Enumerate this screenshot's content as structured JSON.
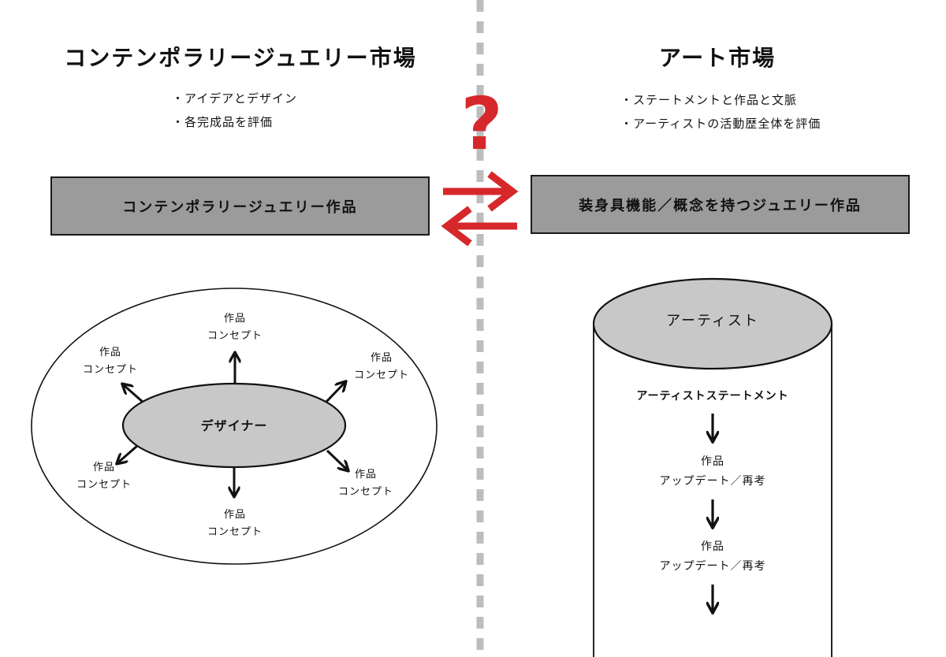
{
  "left": {
    "title": "コンテンポラリージュエリー市場",
    "bullets": [
      "・アイデアとデザイン",
      "・各完成品を評価"
    ],
    "box_label": "コンテンポラリージュエリー作品",
    "center_label": "デザイナー",
    "concepts": [
      {
        "line1": "作品",
        "line2": "コンセプト"
      },
      {
        "line1": "作品",
        "line2": "コンセプト"
      },
      {
        "line1": "作品",
        "line2": "コンセプト"
      },
      {
        "line1": "作品",
        "line2": "コンセプト"
      },
      {
        "line1": "作品",
        "line2": "コンセプト"
      },
      {
        "line1": "作品",
        "line2": "コンセプト"
      }
    ]
  },
  "right": {
    "title": "アート市場",
    "bullets": [
      "・ステートメントと作品と文脈",
      "・アーティストの活動歴全体を評価"
    ],
    "box_label": "装身具機能／概念を持つジュエリー作品",
    "cylinder_top_label": "アーティスト",
    "statement": "アーティストステートメント",
    "steps": [
      {
        "line1": "作品",
        "line2": "アップデート／再考"
      },
      {
        "line1": "作品",
        "line2": "アップデート／再考"
      }
    ]
  },
  "center": {
    "question_mark": "?"
  },
  "colors": {
    "box_fill": "#9b9b9b",
    "ellipse_fill": "#c8c8c8",
    "accent_red": "#d6282a",
    "divider": "#bdbdbd"
  }
}
